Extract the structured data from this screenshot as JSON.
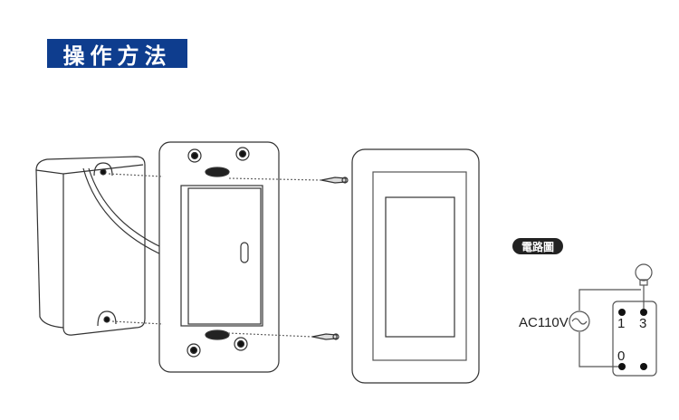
{
  "title": "操作方法",
  "circuit": {
    "heading": "電路圖",
    "voltage_label": "AC110V",
    "terminals": [
      "1",
      "3",
      "0"
    ]
  }
}
